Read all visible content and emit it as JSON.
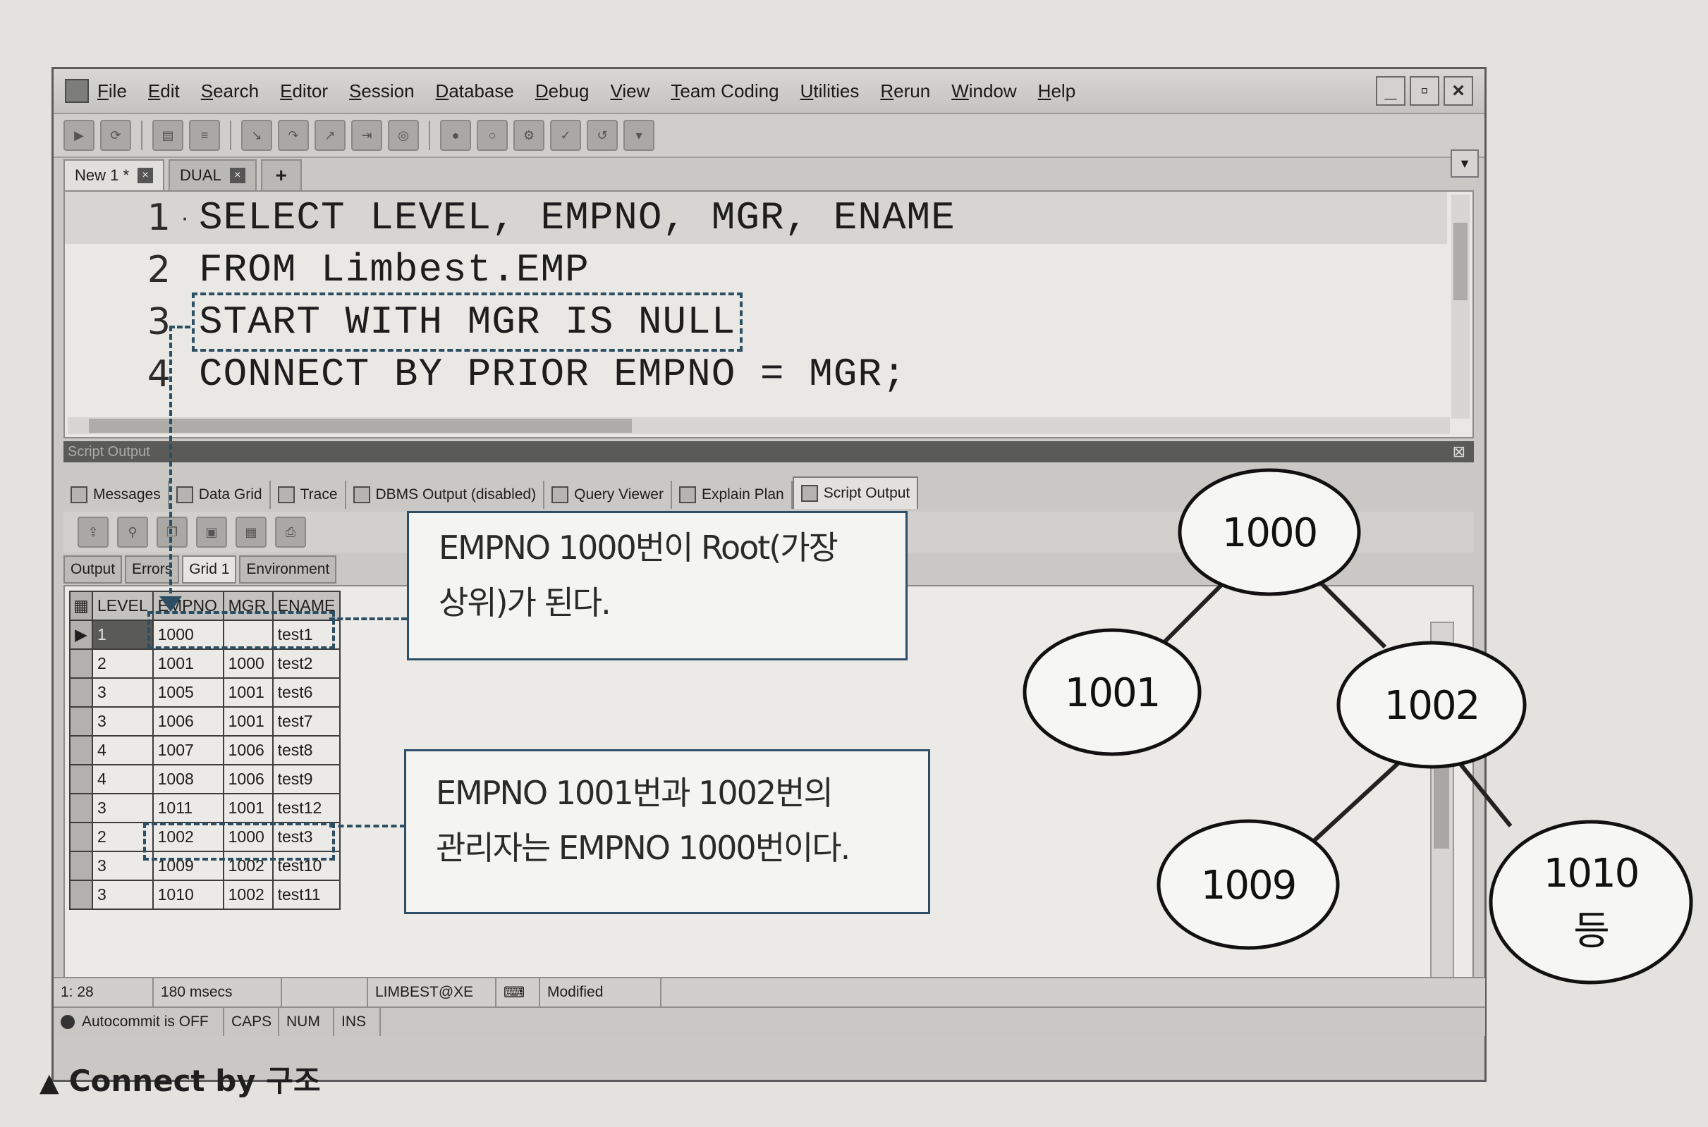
{
  "menu": {
    "items": [
      "File",
      "Edit",
      "Search",
      "Editor",
      "Session",
      "Database",
      "Debug",
      "View",
      "Team Coding",
      "Utilities",
      "Rerun",
      "Window",
      "Help"
    ],
    "window_controls": [
      "_",
      "▫",
      "×"
    ]
  },
  "doc_tabs": [
    {
      "label": "New 1 *",
      "close": "×"
    },
    {
      "label": "DUAL",
      "close": "×"
    }
  ],
  "tab_add": "+",
  "editor": {
    "lines": [
      {
        "num": "1",
        "marker": "·",
        "code": "SELECT LEVEL, EMPNO, MGR, ENAME"
      },
      {
        "num": "2",
        "marker": "",
        "code": "FROM Limbest.EMP"
      },
      {
        "num": "3",
        "marker": "",
        "code": "START WITH MGR IS NULL"
      },
      {
        "num": "4",
        "marker": "",
        "code": "CONNECT BY PRIOR EMPNO = MGR;"
      }
    ]
  },
  "output_panel": {
    "title": "Script Output",
    "tabs": [
      "Messages",
      "Data Grid",
      "Trace",
      "DBMS Output (disabled)",
      "Query Viewer",
      "Explain Plan",
      "Script Output"
    ],
    "active_tab": "Script Output",
    "sub_tabs": [
      "Output",
      "Errors",
      "Grid 1",
      "Environment"
    ],
    "active_sub_tab": "Grid 1"
  },
  "grid": {
    "columns": [
      "LEVEL",
      "EMPNO",
      "MGR",
      "ENAME"
    ],
    "rows": [
      [
        "1",
        "1000",
        "",
        "test1"
      ],
      [
        "2",
        "1001",
        "1000",
        "test2"
      ],
      [
        "3",
        "1005",
        "1001",
        "test6"
      ],
      [
        "3",
        "1006",
        "1001",
        "test7"
      ],
      [
        "4",
        "1007",
        "1006",
        "test8"
      ],
      [
        "4",
        "1008",
        "1006",
        "test9"
      ],
      [
        "3",
        "1011",
        "1001",
        "test12"
      ],
      [
        "2",
        "1002",
        "1000",
        "test3"
      ],
      [
        "3",
        "1009",
        "1002",
        "test10"
      ],
      [
        "3",
        "1010",
        "1002",
        "test11"
      ]
    ],
    "current_row_marker": "▶"
  },
  "status": {
    "position": "1: 28",
    "elapsed": "180 msecs",
    "connection": "LIMBEST@XE",
    "state": "Modified",
    "autocommit": "Autocommit is OFF",
    "caps": "CAPS",
    "num": "NUM",
    "ins": "INS"
  },
  "annotations": {
    "callout1": [
      "EMPNO 1000번이 Root(가장",
      "상위)가 된다."
    ],
    "callout2": [
      "EMPNO 1001번과 1002번의",
      "관리자는 EMPNO 1000번이다."
    ]
  },
  "tree": {
    "nodes": [
      "1000",
      "1001",
      "1002",
      "1009",
      "1010",
      "등"
    ]
  },
  "caption": {
    "marker": "▲",
    "text": "Connect by 구조"
  },
  "colors": {
    "annotation": "#2d4f63",
    "window_bg": "#c9c8c4"
  }
}
